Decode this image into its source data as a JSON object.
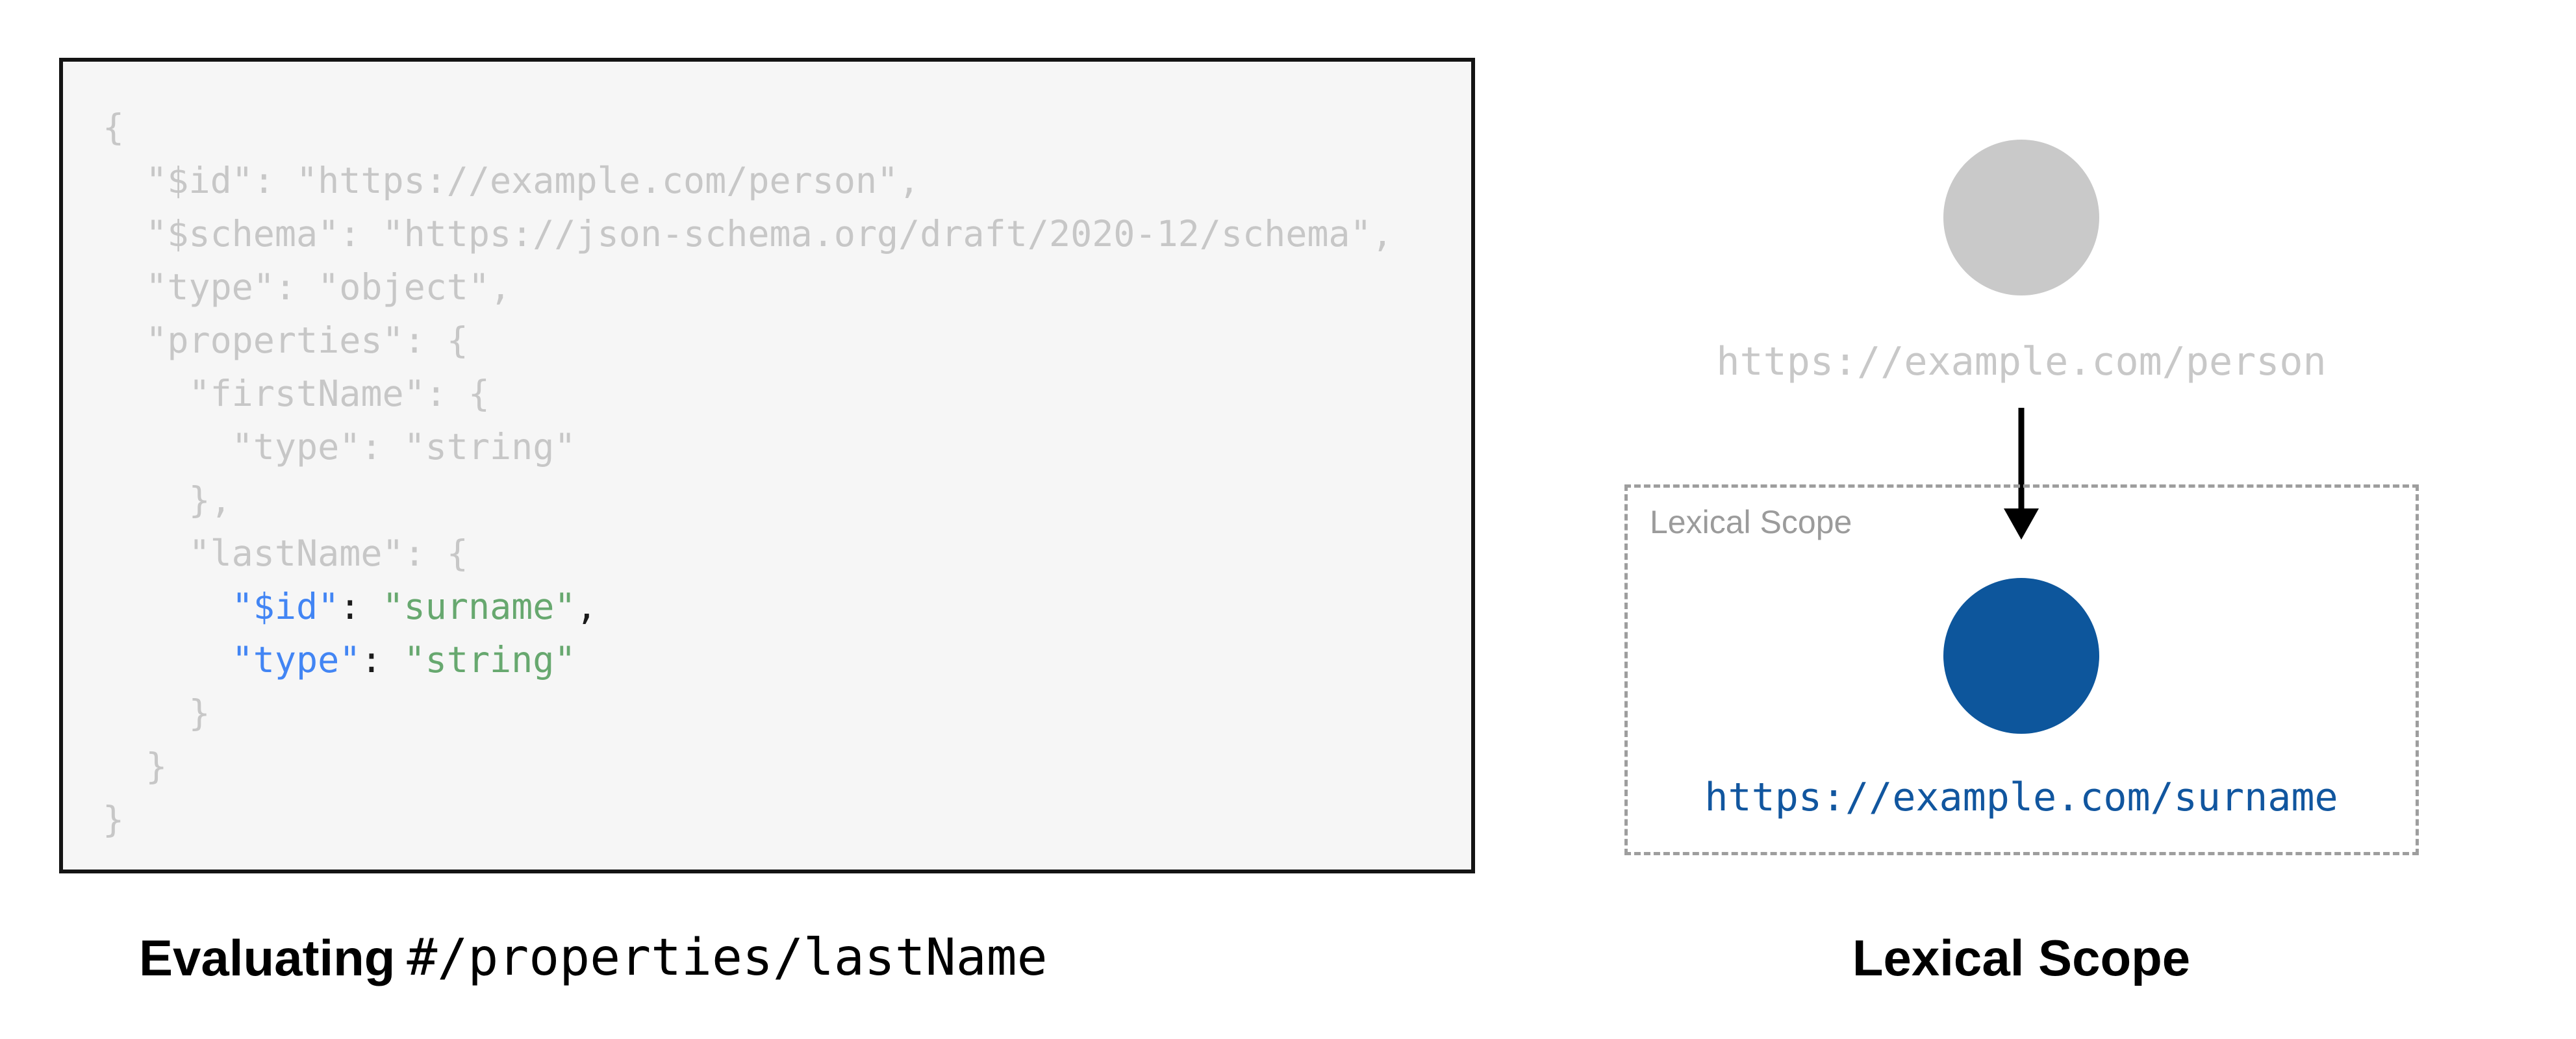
{
  "left_panel": {
    "caption": {
      "prefix_bold": "Evaluating",
      "pointer_path": "#/properties/lastName"
    },
    "code_lines": [
      [
        {
          "c": "dim",
          "t": "{"
        }
      ],
      [
        {
          "c": "dim",
          "t": "  \"$id\": \"https://example.com/person\","
        }
      ],
      [
        {
          "c": "dim",
          "t": "  \"$schema\": \"https://json-schema.org/draft/2020-12/schema\","
        }
      ],
      [
        {
          "c": "dim",
          "t": "  \"type\": \"object\","
        }
      ],
      [
        {
          "c": "dim",
          "t": "  \"properties\": {"
        }
      ],
      [
        {
          "c": "dim",
          "t": "    \"firstName\": {"
        }
      ],
      [
        {
          "c": "dim",
          "t": "      \"type\": \"string\""
        }
      ],
      [
        {
          "c": "dim",
          "t": "    },"
        }
      ],
      [
        {
          "c": "dim",
          "t": "    \"lastName\": {"
        }
      ],
      [
        {
          "c": "dim",
          "t": "      "
        },
        {
          "c": "key",
          "t": "\"$id\""
        },
        {
          "c": "pun",
          "t": ": "
        },
        {
          "c": "str",
          "t": "\"surname\""
        },
        {
          "c": "pun",
          "t": ","
        }
      ],
      [
        {
          "c": "dim",
          "t": "      "
        },
        {
          "c": "key",
          "t": "\"type\""
        },
        {
          "c": "pun",
          "t": ": "
        },
        {
          "c": "str",
          "t": "\"string\""
        }
      ],
      [
        {
          "c": "dim",
          "t": "    }"
        }
      ],
      [
        {
          "c": "dim",
          "t": "  }"
        }
      ],
      [
        {
          "c": "dim",
          "t": "}"
        }
      ]
    ]
  },
  "right_panel": {
    "parent_node_uri": "https://example.com/person",
    "scope_box_title": "Lexical Scope",
    "child_node_uri": "https://example.com/surname",
    "caption": "Lexical Scope"
  },
  "colors": {
    "code_key_blue": "#4285f4",
    "code_string_green": "#67a86f",
    "code_dim_gray": "#c7c7c7",
    "gray_node": "#c9c9c9",
    "blue_node": "#0d569c",
    "blue_link": "#11569f",
    "scope_border_gray": "#9e9e9e"
  }
}
